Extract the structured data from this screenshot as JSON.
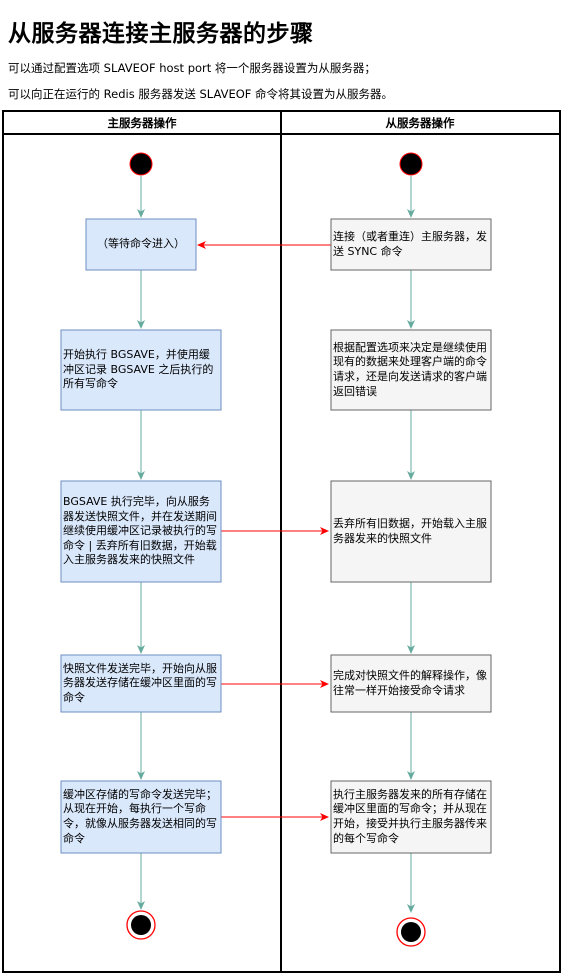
{
  "title": "从服务器连接主服务器的步骤",
  "intro": [
    "可以通过配置选项 SLAVEOF host port 将一个服务器设置为从服务器；",
    "可以向正在运行的 Redis 服务器发送 SLAVEOF 命令将其设置为从服务器。"
  ],
  "columns": {
    "master": "主服务器操作",
    "slave": "从服务器操作"
  },
  "master_steps": [
    "（等待命令进入）",
    "开始执行 BGSAVE，并使用缓冲区记录 BGSAVE 之后执行的所有写命令",
    "BGSAVE 执行完毕，向从服务器发送快照文件，并在发送期间继续使用缓冲区记录被执行的写命令 | 丢弃所有旧数据，开始载入主服务器发来的快照文件",
    "快照文件发送完毕，开始向从服务器发送存储在缓冲区里面的写命令",
    "缓冲区存储的写命令发送完毕；从现在开始，每执行一个写命令，就像从服务器发送相同的写命令"
  ],
  "slave_steps": [
    "连接（或者重连）主服务器，发送 SYNC 命令",
    "根据配置选项来决定是继续使用现有的数据来处理客户端的命令请求，还是向发送请求的客户端返回错误",
    "丢弃所有旧数据，开始载入主服务器发来的快照文件",
    "完成对快照文件的解释操作，像往常一样开始接受命令请求",
    "执行主服务器发来的所有存储在缓冲区里面的写命令；并从现在开始，接受并执行主服务器传来的每个写命令"
  ],
  "colors": {
    "master_fill": "#dae8fc",
    "master_stroke": "#6c8ebf",
    "slave_fill": "#f5f5f5",
    "slave_stroke": "#666666",
    "flow_arrow": "#67ab9f",
    "message_arrow": "#ff0000",
    "node_fill": "#000000",
    "node_stroke": "#ff0000"
  }
}
